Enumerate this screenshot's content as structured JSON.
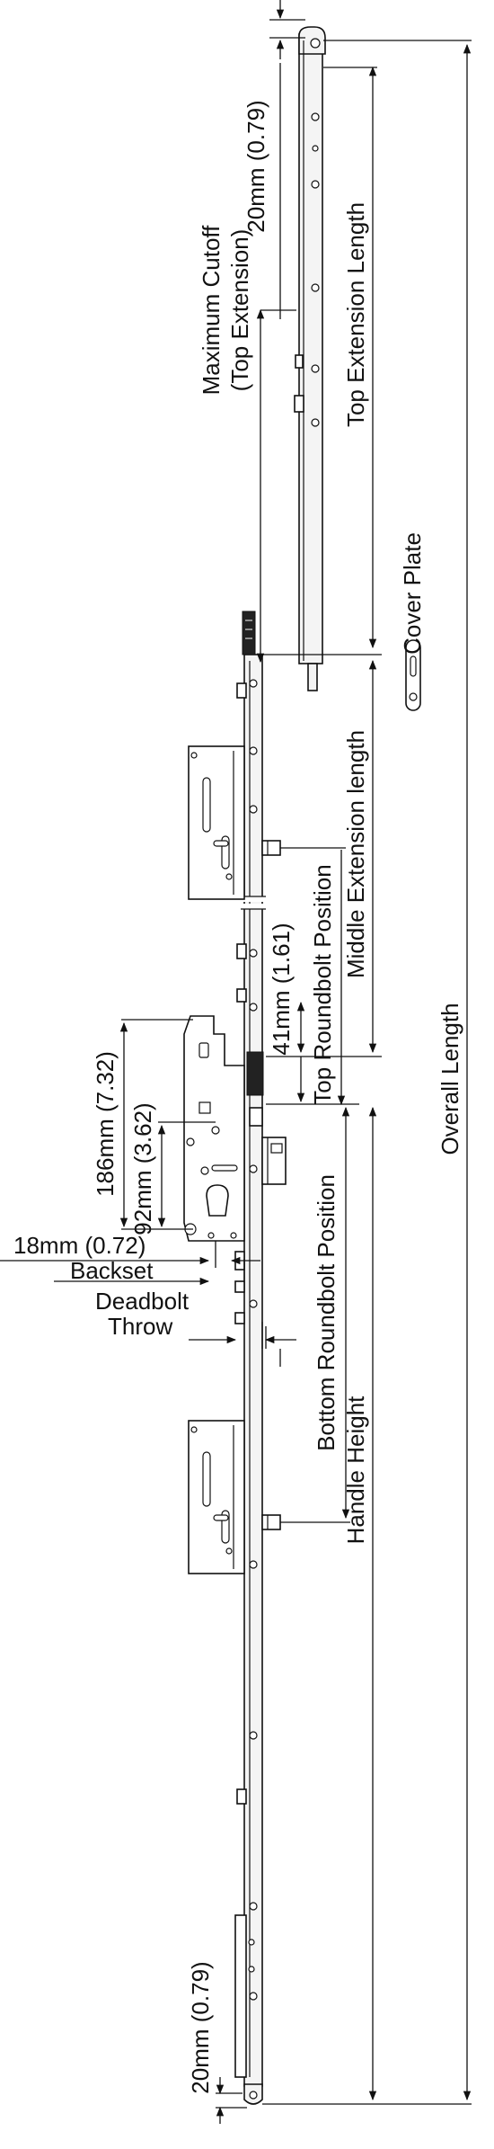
{
  "labels": {
    "top_20mm": "20mm (0.79)",
    "max_cutoff": "Maximum Cutoff",
    "top_extension_paren": "(Top Extension)",
    "top_extension_length": "Top Extension Length",
    "cover_plate": "Cover Plate",
    "middle_extension_length": "Middle Extension length",
    "top_roundbolt_position": "Top Roundbolt Position",
    "dim_41mm": "41mm (1.61)",
    "overall_length": "Overall Length",
    "dim_186mm": "186mm (7.32)",
    "dim_92mm": "92mm (3.62)",
    "dim_18mm": "18mm (0.72)",
    "backset": "Backset",
    "deadbolt": "Deadbolt",
    "throw": "Throw",
    "bottom_roundbolt_position": "Bottom Roundbolt Position",
    "handle_height": "Handle Height",
    "bottom_20mm": "20mm (0.79)"
  }
}
